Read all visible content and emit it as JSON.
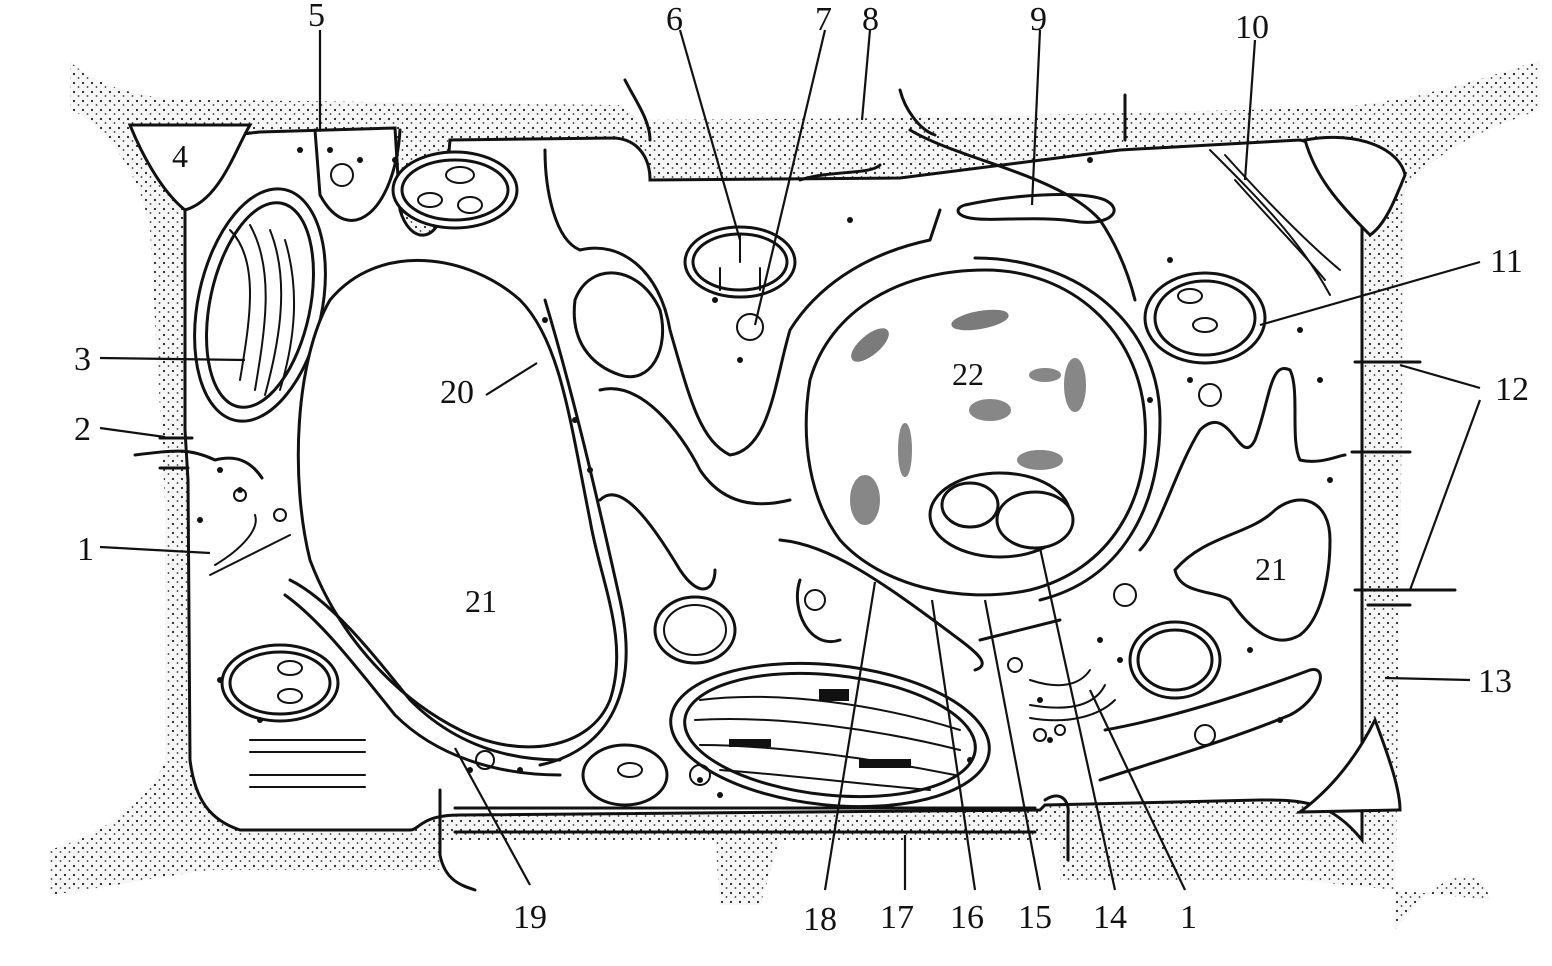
{
  "labels": {
    "n1_left": "1",
    "n2": "2",
    "n3": "3",
    "n4": "4",
    "n5": "5",
    "n6": "6",
    "n7": "7",
    "n8": "8",
    "n9": "9",
    "n10": "10",
    "n11": "11",
    "n12": "12",
    "n13": "13",
    "n14": "14",
    "n15": "15",
    "n16": "16",
    "n17": "17",
    "n18": "18",
    "n19": "19",
    "n20": "20",
    "n21_left": "21",
    "n21_right": "21",
    "n22": "22",
    "n1_right": "1"
  }
}
